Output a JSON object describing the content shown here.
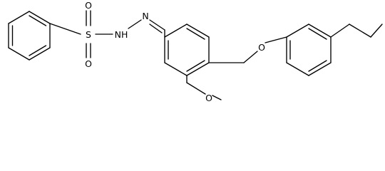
{
  "molecule": {
    "atoms": [
      {
        "id": "S",
        "label": "S"
      },
      {
        "id": "O1",
        "label": "O"
      },
      {
        "id": "O2",
        "label": "O"
      },
      {
        "id": "NH",
        "label": "NH"
      },
      {
        "id": "N",
        "label": "N"
      },
      {
        "id": "O3",
        "label": "O"
      },
      {
        "id": "O4",
        "label": "O"
      }
    ]
  }
}
